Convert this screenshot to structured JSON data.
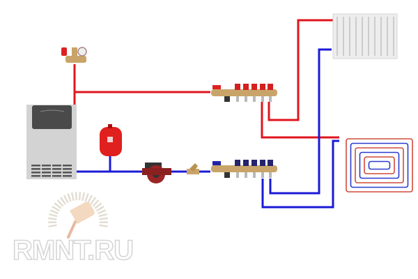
{
  "watermark": {
    "text": "RMNT.RU"
  },
  "colors": {
    "supply": "#e0141e",
    "return": "#1a1ad6",
    "brass": "#c9a46a",
    "boiler": "#cfcfcf",
    "watermark": "#d6d6d6"
  },
  "components": [
    "boiler",
    "safety-group",
    "expansion-tank",
    "circulation-pump",
    "strainer",
    "supply-manifold",
    "return-manifold",
    "radiator",
    "underfloor-heating-loop"
  ]
}
